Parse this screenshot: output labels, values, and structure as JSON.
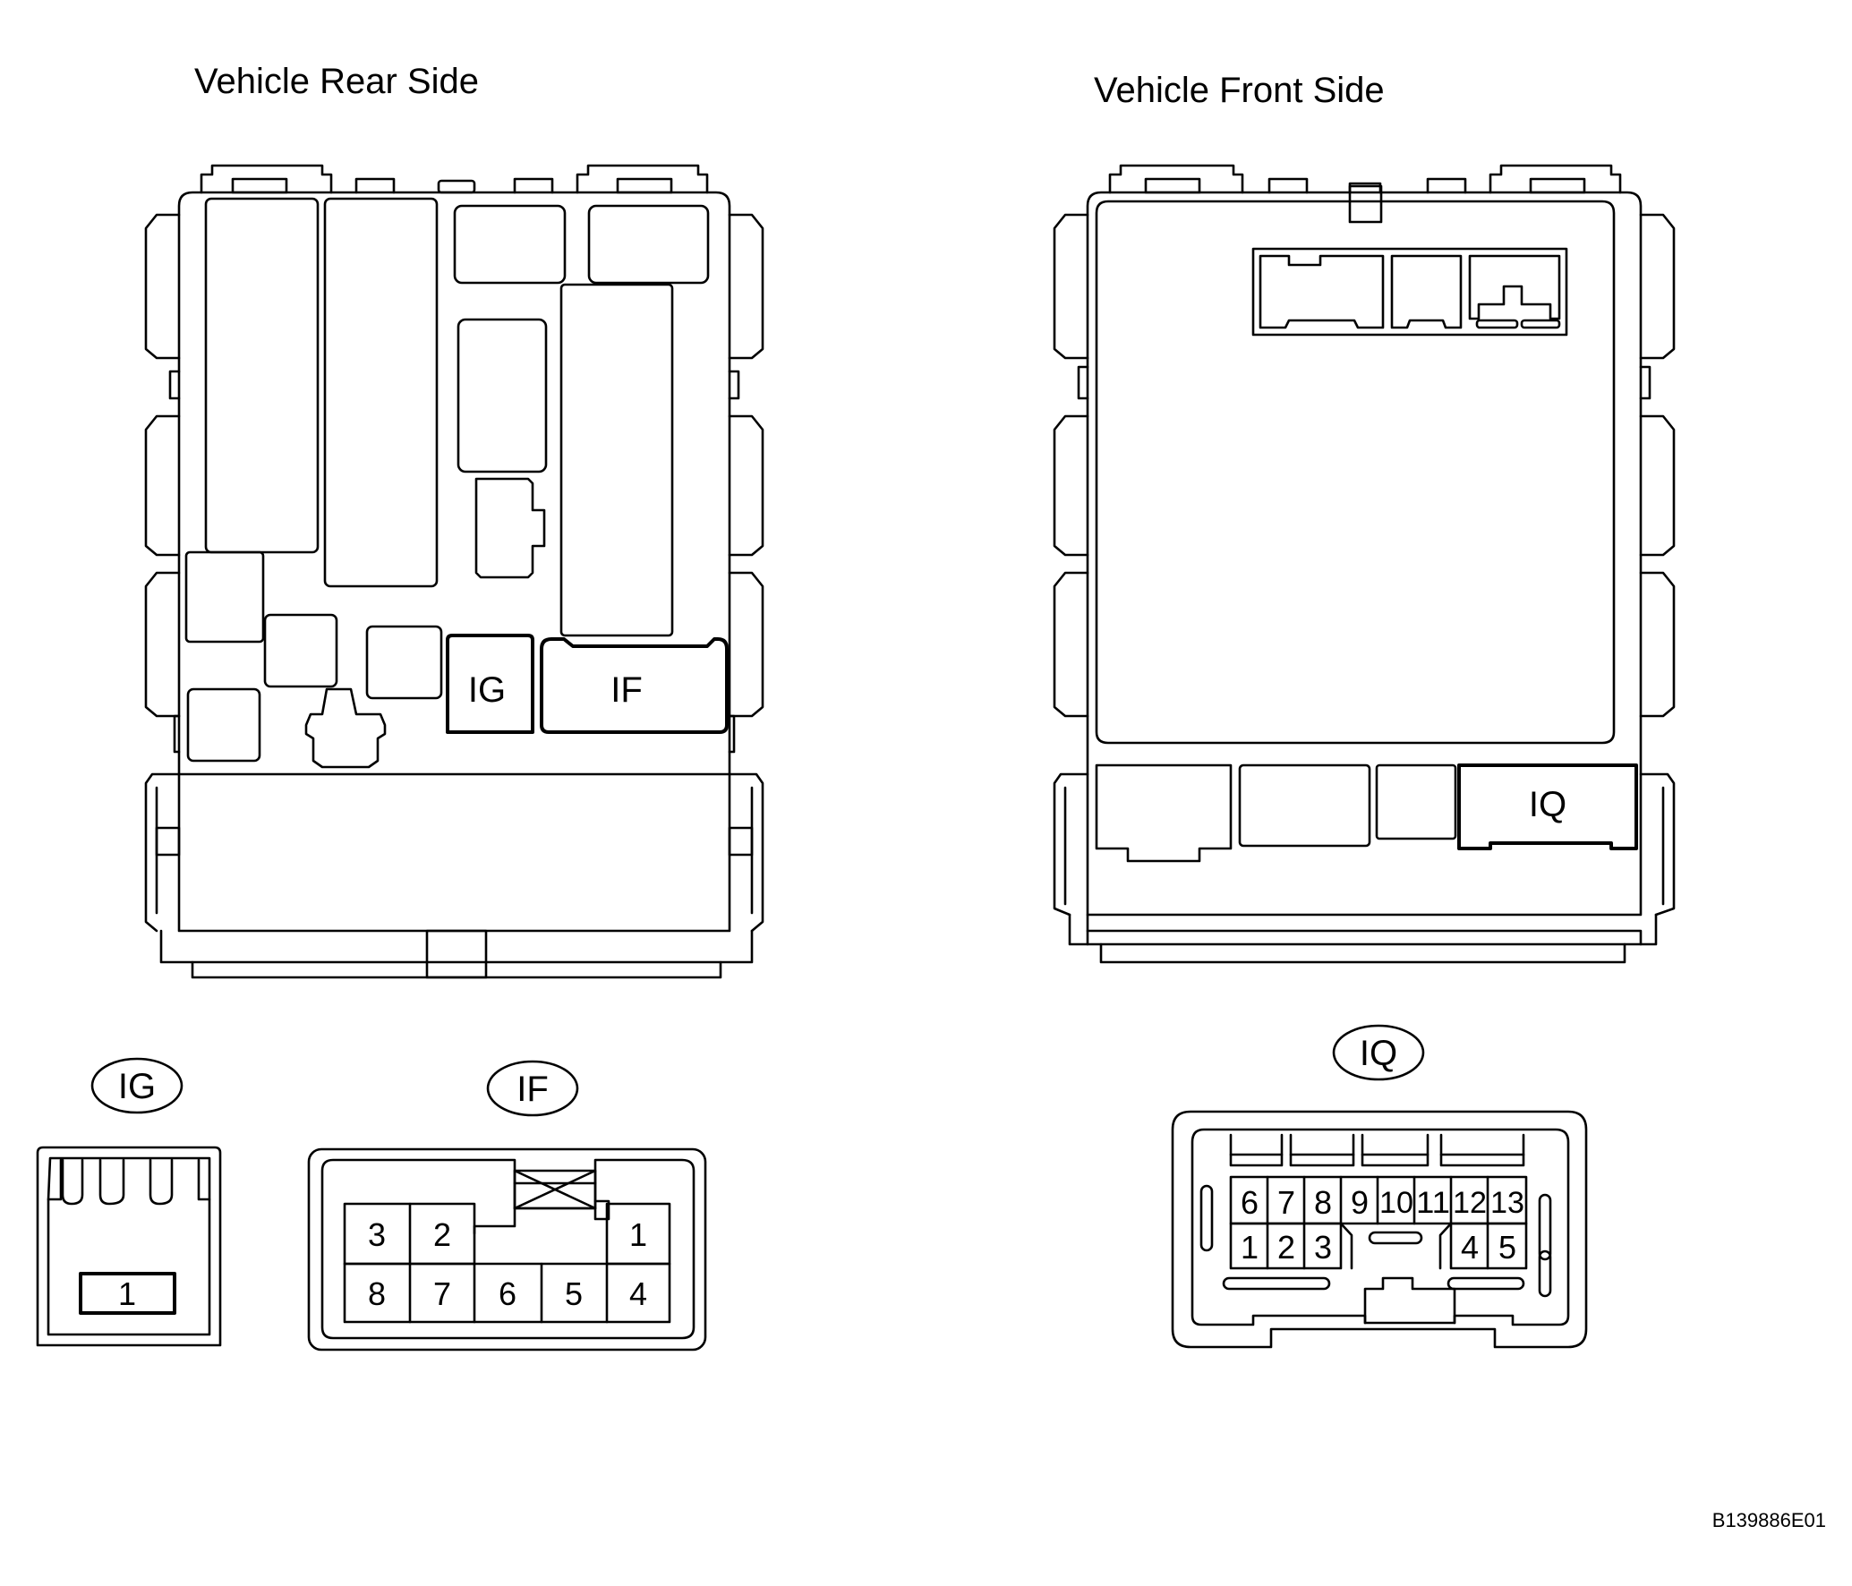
{
  "views": {
    "rear": {
      "title": "Vehicle Rear Side",
      "connectors": [
        "IG",
        "IF"
      ]
    },
    "front": {
      "title": "Vehicle Front Side",
      "connectors": [
        "IQ"
      ]
    }
  },
  "connector_ig": {
    "label": "IG",
    "pins": [
      "1"
    ]
  },
  "connector_if": {
    "label": "IF",
    "top_row": [
      "3",
      "2",
      "1"
    ],
    "bottom_row": [
      "8",
      "7",
      "6",
      "5",
      "4"
    ]
  },
  "connector_iq": {
    "label": "IQ",
    "top_row": [
      "6",
      "7",
      "8",
      "9",
      "10",
      "11",
      "12",
      "13"
    ],
    "bottom_left": [
      "1",
      "2",
      "3"
    ],
    "bottom_right": [
      "4",
      "5"
    ]
  },
  "figure_code": "B139886E01"
}
